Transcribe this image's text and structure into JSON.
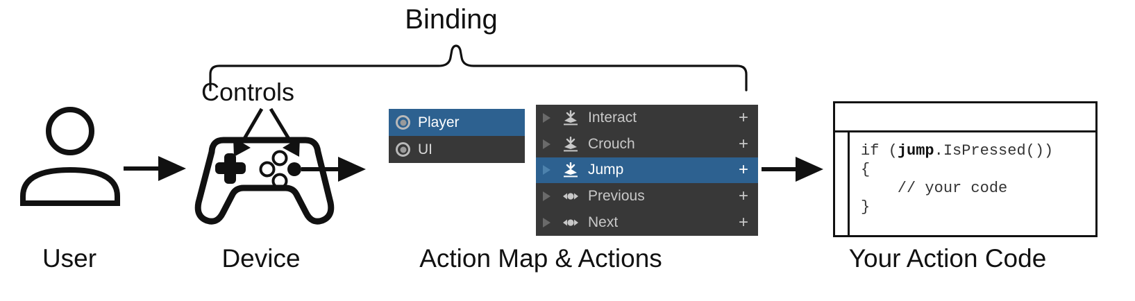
{
  "diagram": {
    "title": "Binding",
    "controls_label": "Controls",
    "captions": {
      "user": "User",
      "device": "Device",
      "action_map": "Action Map & Actions",
      "code": "Your Action Code"
    },
    "colors": {
      "selection_blue": "#2d6190",
      "panel_dark": "#383838",
      "text_light": "#c8c8c8",
      "outline": "#111111",
      "background": "#ffffff"
    },
    "icons": {
      "user": "user-icon",
      "device": "gamepad-icon",
      "arrow": "arrow-right-icon",
      "brace": "curly-brace-icon"
    }
  },
  "action_map_panel": {
    "items": [
      {
        "label": "Player",
        "icon": "radio-donut-icon",
        "selected": true
      },
      {
        "label": "UI",
        "icon": "radio-donut-icon",
        "selected": false
      }
    ]
  },
  "actions_panel": {
    "add_label": "+",
    "items": [
      {
        "label": "Interact",
        "icon": "button-action-icon",
        "selected": false,
        "add": "+"
      },
      {
        "label": "Crouch",
        "icon": "button-action-icon",
        "selected": false,
        "add": "+"
      },
      {
        "label": "Jump",
        "icon": "button-action-icon",
        "selected": true,
        "add": "+"
      },
      {
        "label": "Previous",
        "icon": "axis-action-icon",
        "selected": false,
        "add": "+"
      },
      {
        "label": "Next",
        "icon": "axis-action-icon",
        "selected": false,
        "add": "+"
      }
    ]
  },
  "code_panel": {
    "lines": [
      {
        "pre": "if (",
        "bold": "jump",
        "post": ".IsPressed())"
      },
      {
        "pre": "{",
        "bold": "",
        "post": ""
      },
      {
        "pre": "    // your code",
        "bold": "",
        "post": ""
      },
      {
        "pre": "}",
        "bold": "",
        "post": ""
      }
    ]
  }
}
